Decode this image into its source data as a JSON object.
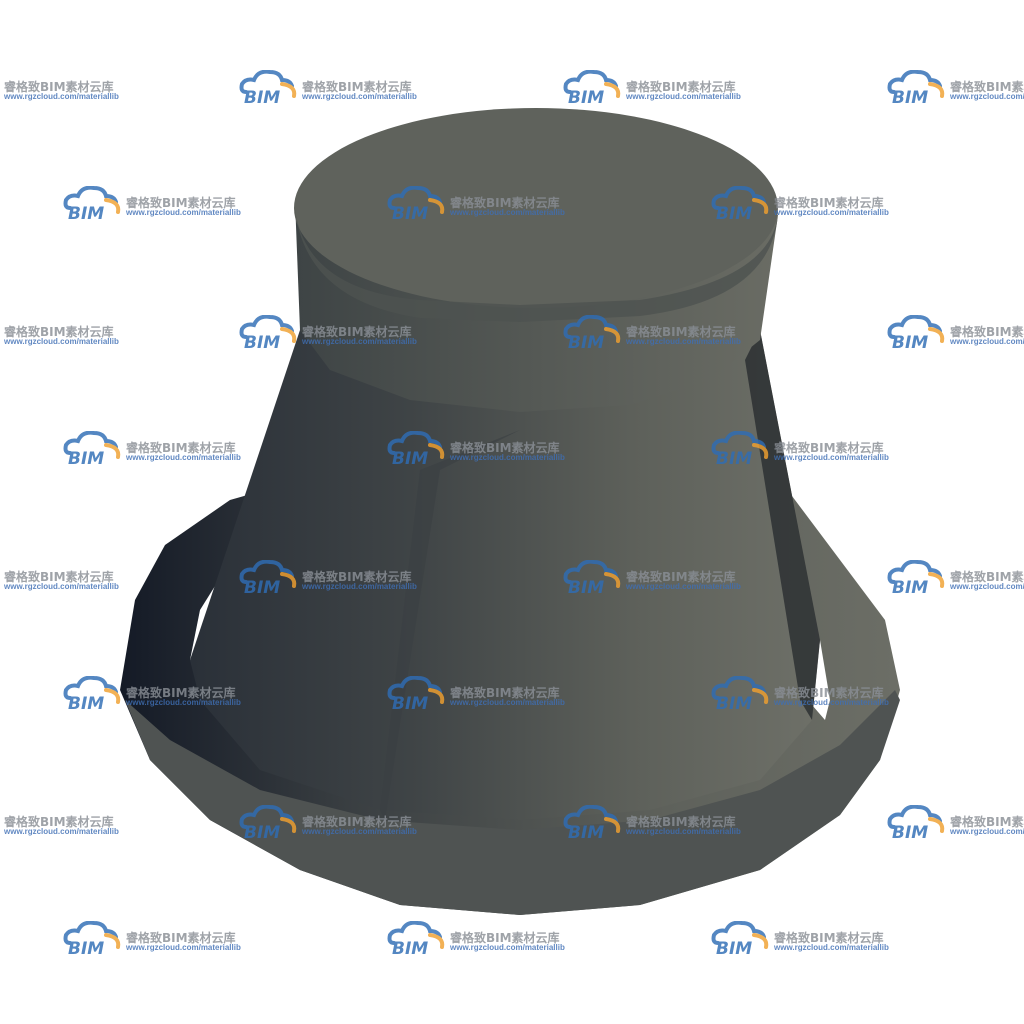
{
  "scene": {
    "subject": "BIM 3D model",
    "colors": {
      "background": "#ffffff",
      "surface_dark": "#1c2230",
      "surface_mid": "#4a4f4d",
      "surface_light": "#6b6e66",
      "cap_top": "#5c5f5a"
    }
  },
  "watermark": {
    "name": "睿格致BIM素材云库",
    "url": "www.rgzcloud.com/materiallib",
    "logo_text": "BIM",
    "logo_colors": {
      "blue": "#2f6db5",
      "orange": "#f0a030"
    },
    "icon": "bim-cloud-logo-icon"
  }
}
